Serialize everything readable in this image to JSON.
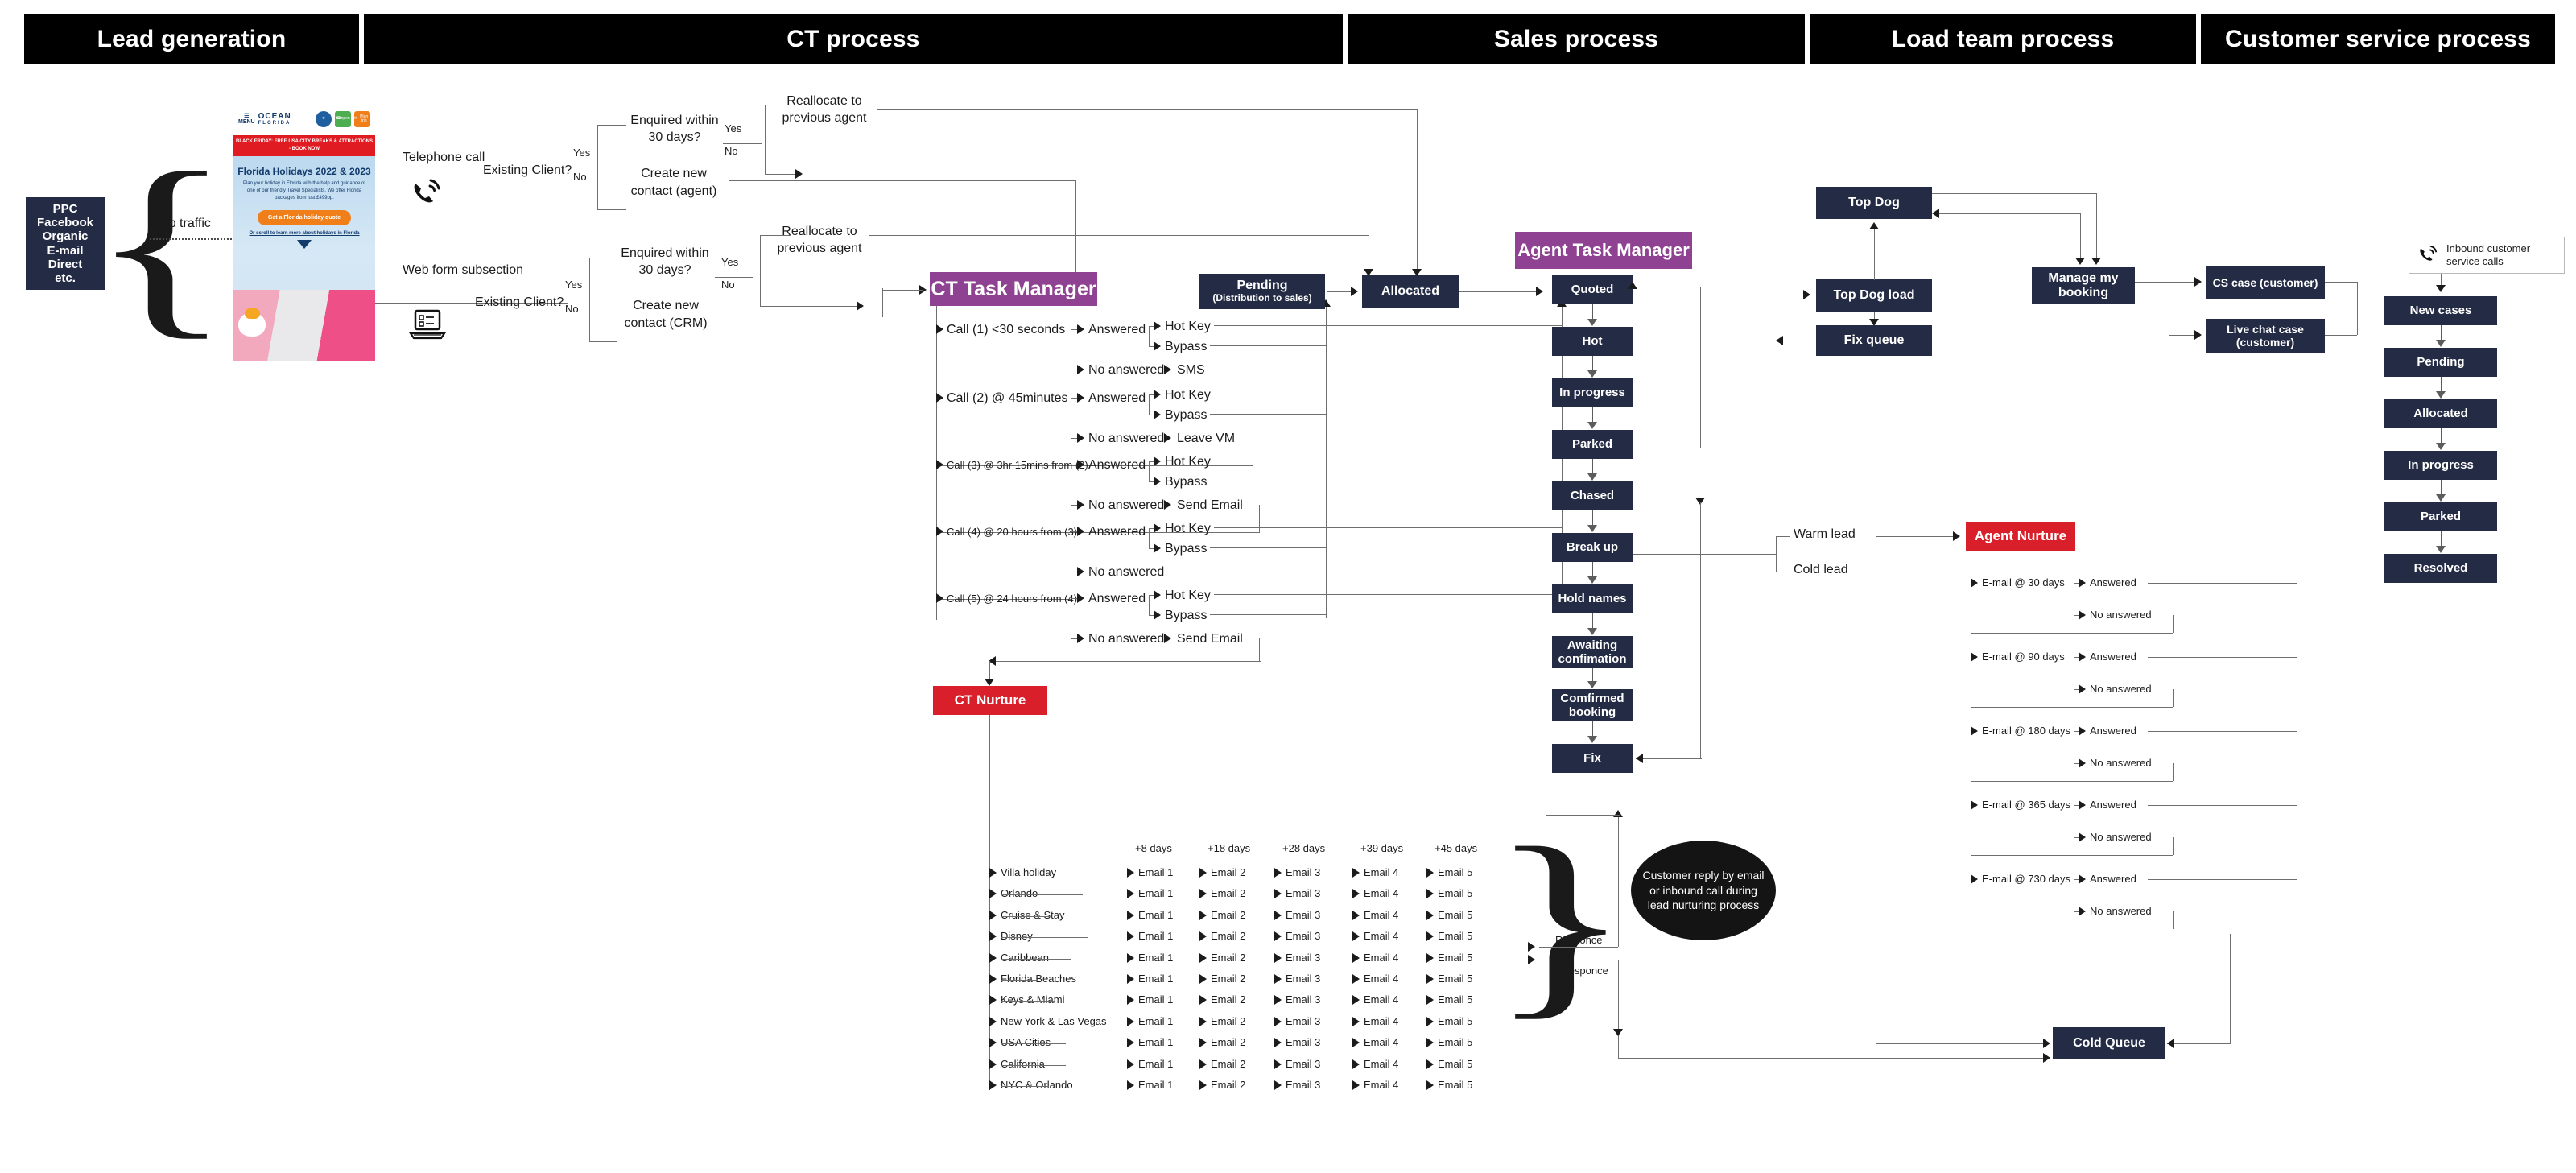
{
  "lanes": [
    {
      "label": "Lead generation"
    },
    {
      "label": "CT process"
    },
    {
      "label": "Sales process"
    },
    {
      "label": "Load team process"
    },
    {
      "label": "Customer service process"
    }
  ],
  "lead_generation": {
    "sources_box": "PPC\nFacebook\nOrganic\nE-mail\nDirect\netc.",
    "sources_lines": [
      "PPC",
      "Facebook",
      "Organic",
      "E-mail",
      "Direct",
      "etc."
    ],
    "web_traffic_label": "Web traffic",
    "website": {
      "menu": "MENU",
      "logo": "OCEAN",
      "logo_sub": "FLORIDA",
      "badge_open": "open",
      "badge_plan": "Plan trip",
      "banner": "BLACK FRIDAY: FREE USA CITY BREAKS & ATTRACTIONS - BOOK NOW",
      "headline": "Florida Holidays 2022 & 2023",
      "paragraph": "Plan your holiday in Florida with the help and guidance of one of our friendly Travel Specialists. We offer Florida packages from just £499pp.",
      "cta": "Get a Florida holiday quote",
      "scroll_link": "Or scroll to learn more about holidays in Florida"
    },
    "channels": [
      {
        "label": "Telephone call",
        "icon": "phone-icon"
      },
      {
        "label": "Web form subsection",
        "icon": "laptop-icon"
      }
    ]
  },
  "ct_process": {
    "branch_telephone": {
      "question": "Existing Client?",
      "yes": "Yes",
      "no": "No",
      "yes_path": "Enquired within 30 days?",
      "no_path": "Create new contact (agent)",
      "sub_yes": "Yes",
      "sub_no": "No",
      "sub_yes_result": "Reallocate to previous agent"
    },
    "branch_webform": {
      "question": "Existing Client?",
      "yes": "Yes",
      "no": "No",
      "yes_path": "Enquired within 30 days?",
      "no_path": "Create new contact (CRM)",
      "sub_yes": "Yes",
      "sub_no": "No",
      "sub_yes_result": "Reallocate to previous agent"
    },
    "task_manager_title": "CT Task Manager",
    "calls": [
      {
        "label": "Call (1) <30 seconds",
        "answered": "Answered",
        "hot_key": "Hot Key",
        "bypass": "Bypass",
        "no_answered": "No answered",
        "action": "SMS"
      },
      {
        "label": "Call (2) @ 45minutes",
        "answered": "Answered",
        "hot_key": "Hot Key",
        "bypass": "Bypass",
        "no_answered": "No answered",
        "action": "Leave VM"
      },
      {
        "label": "Call (3) @ 3hr 15mins from (2)",
        "answered": "Answered",
        "hot_key": "Hot Key",
        "bypass": "Bypass",
        "no_answered": "No answered",
        "action": "Send Email"
      },
      {
        "label": "Call (4) @ 20 hours from (3)",
        "answered": "Answered",
        "hot_key": "Hot Key",
        "bypass": "Bypass",
        "no_answered": "No answered",
        "action": ""
      },
      {
        "label": "Call (5) @ 24 hours from (4)",
        "answered": "Answered",
        "hot_key": "Hot Key",
        "bypass": "Bypass",
        "no_answered": "No answered",
        "action": "Send Email"
      }
    ],
    "pending_title": "Pending",
    "pending_sub": "(Distribution to sales)",
    "allocated": "Allocated",
    "ct_nurture": "CT Nurture",
    "nurture_day_headers": [
      "+8 days",
      "+18 days",
      "+28 days",
      "+39 days",
      "+45 days"
    ],
    "nurture_email_labels": [
      "Email 1",
      "Email 2",
      "Email 3",
      "Email 4",
      "Email 5"
    ],
    "nurture_rows": [
      "Villa holiday",
      "Orlando",
      "Cruise & Stay",
      "Disney",
      "Caribbean",
      "Florida Beaches",
      "Keys & Miami",
      "New York & Las Vegas",
      "USA Cities",
      "California",
      "NYC & Orlando"
    ],
    "response_label": "Responce",
    "no_response_label": "No responce",
    "customer_reply_note": "Customer reply by email or inbound call during lead nurturing process"
  },
  "sales_process": {
    "task_manager_title": "Agent Task Manager",
    "stages": [
      "Quoted",
      "Hot",
      "In progress",
      "Parked",
      "Chased",
      "Break up",
      "Hold names",
      "Awaiting confimation",
      "Comfirmed booking",
      "Fix"
    ],
    "warm_lead": "Warm lead",
    "cold_lead": "Cold lead",
    "agent_nurture": "Agent Nurture",
    "nurture_emails": [
      {
        "label": "E-mail @ 30 days",
        "answered": "Answered",
        "no_answered": "No answered"
      },
      {
        "label": "E-mail @ 90 days",
        "answered": "Answered",
        "no_answered": "No answered"
      },
      {
        "label": "E-mail @ 180 days",
        "answered": "Answered",
        "no_answered": "No answered"
      },
      {
        "label": "E-mail @ 365 days",
        "answered": "Answered",
        "no_answered": "No answered"
      },
      {
        "label": "E-mail @ 730 days",
        "answered": "Answered",
        "no_answered": "No answered"
      }
    ],
    "cold_queue": "Cold Queue"
  },
  "load_team_process": {
    "top_dog": "Top Dog",
    "top_dog_load": "Top Dog load",
    "fix_queue": "Fix queue",
    "manage_my_booking": "Manage my booking"
  },
  "customer_service_process": {
    "inbound_calls": "Inbound customer service calls",
    "cs_case": "CS case (customer)",
    "live_chat_case": "Live chat case (customer)",
    "stages": [
      "New cases",
      "Pending",
      "Allocated",
      "In progress",
      "Parked",
      "Resolved"
    ]
  },
  "colors": {
    "navy": "#242b45",
    "purple": "#8f4291",
    "red": "#d81f2a",
    "black": "#000000",
    "line": "#6f6f6f"
  }
}
